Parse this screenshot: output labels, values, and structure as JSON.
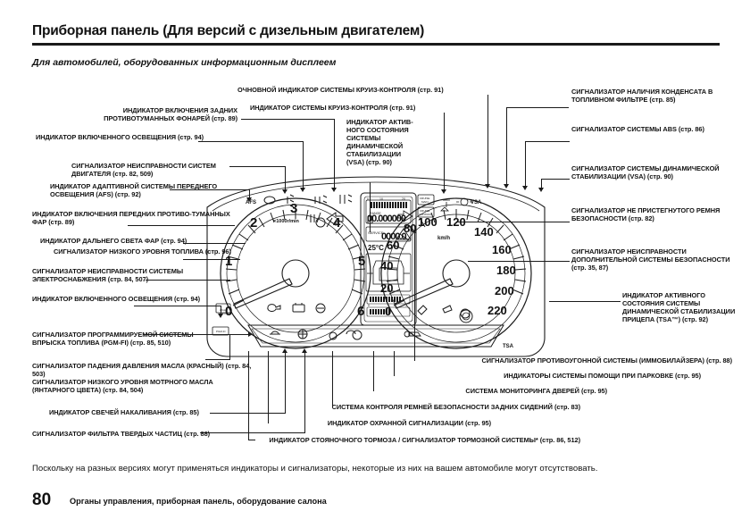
{
  "header": {
    "title": "Приборная панель (Для версий с дизельным двигателем)",
    "subtitle": "Для автомобилей, оборудованных информационным дисплеем"
  },
  "labels": {
    "left": [
      {
        "id": "rear-fog-lamp-indicator",
        "text": "ИНДИКАТОР ВКЛЮЧЕНИЯ ЗАДНИХ ПРОТИВОТУМАННЫХ ФОНАРЕЙ (стр. 89)"
      },
      {
        "id": "lights-on-indicator-1",
        "text": "ИНДИКАТОР ВКЛЮЧЕННОГО ОСВЕЩЕНИЯ (стр. 94)"
      },
      {
        "id": "engine-malfunction-warning",
        "text": "СИГНАЛИЗАТОР НЕИСПРАВНОСТИ СИСТЕМ ДВИГАТЕЛЯ (стр. 82, 509)"
      },
      {
        "id": "afs-indicator",
        "text": "ИНДИКАТОР АДАПТИВНОЙ СИСТЕМЫ ПЕРЕДНЕГО ОСВЕЩЕНИЯ (AFS) (стр. 92)"
      },
      {
        "id": "front-fog-lamp-indicator",
        "text": "ИНДИКАТОР ВКЛЮЧЕНИЯ ПЕРЕДНИХ ПРОТИВО-ТУМАННЫХ ФАР (стр. 89)"
      },
      {
        "id": "high-beam-indicator",
        "text": "ИНДИКАТОР ДАЛЬНЕГО СВЕТА ФАР (стр. 94)"
      },
      {
        "id": "low-fuel-warning",
        "text": "СИГНАЛИЗАТОР НИЗКОГО УРОВНЯ ТОПЛИВА (стр. 96)"
      },
      {
        "id": "charging-system-warning",
        "text": "СИГНАЛИЗАТОР НЕИСПРАВНОСТИ СИСТЕМЫ ЭЛЕКТРОСНАБЖЕНИЯ (стр. 84, 507)"
      },
      {
        "id": "lights-on-indicator-2",
        "text": "ИНДИКАТОР ВКЛЮЧЕННОГО ОСВЕЩЕНИЯ (стр. 94)"
      },
      {
        "id": "pgm-fi-warning",
        "text": "СИГНАЛИЗАТОР ПРОГРАММИРУЕМОЙ СИСТЕМЫ ВПРЫСКА ТОПЛИВА (PGM-FI) (стр. 85, 510)"
      },
      {
        "id": "oil-pressure-warning",
        "text": "СИГНАЛИЗАТОР ПАДЕНИЯ ДАВЛЕНИЯ МАСЛА (КРАСНЫЙ) (стр. 84, 503)"
      },
      {
        "id": "low-oil-level-warning",
        "text": "СИГНАЛИЗАТОР НИЗКОГО УРОВНЯ МОТРНОГО МАСЛА (ЯНТАРНОГО ЦВЕТА) (стр. 84, 504)"
      },
      {
        "id": "glow-plug-indicator",
        "text": "ИНДИКАТОР СВЕЧЕЙ НАКАЛИВАНИЯ (стр. 85)"
      },
      {
        "id": "particulate-filter-warning",
        "text": "СИГНАЛИЗАТОР ФИЛЬТРА ТВЕРДЫХ ЧАСТИЦ (стр. 88)"
      }
    ],
    "top": [
      {
        "id": "cruise-main-indicator",
        "text": "ОЧНОВНОЙ ИНДИКАТОР СИСТЕМЫ КРУИЗ-КОНТРОЛЯ (стр. 91)"
      },
      {
        "id": "cruise-control-indicator",
        "text": "ИНДИКАТОР СИСТЕМЫ КРУИЗ-КОНТРОЛЯ (стр. 91)"
      },
      {
        "id": "vsa-active-indicator",
        "text": "ИНДИКАТОР АКТИВ-НОГО СОСТОЯНИЯ СИСТЕМЫ ДИНАМИЧЕСКОЙ СТАБИЛИЗАЦИИ (VSA) (стр. 90)"
      }
    ],
    "right": [
      {
        "id": "fuel-filter-water-warning",
        "text": "СИГНАЛИЗАТОР НАЛИЧИЯ КОНДЕНСАТА В ТОПЛИВНОМ ФИЛЬТРЕ (стр. 85)"
      },
      {
        "id": "abs-warning",
        "text": "СИГНАЛИЗАТОР СИСТЕМЫ ABS (стр. 86)"
      },
      {
        "id": "vsa-warning",
        "text": "СИГНАЛИЗАТОР СИСТЕМЫ ДИНАМИЧЕСКОЙ СТАБИЛИЗАЦИИ (VSA) (стр. 90)"
      },
      {
        "id": "seatbelt-warning",
        "text": "СИГНАЛИЗАТОР НЕ ПРИСТЕГНУТОГО РЕМНЯ БЕЗОПАСНОСТИ (стр. 82)"
      },
      {
        "id": "srs-warning",
        "text": "СИГНАЛИЗАТОР НЕИСПРАВНОСТИ ДОПОЛНИТЕЛЬНОЙ СИСТЕМЫ БЕЗОПАСНОСТИ (стр. 35, 87)"
      },
      {
        "id": "tsa-active-indicator",
        "text": "ИНДИКАТОР АКТИВНОГО СОСТОЯНИЯ СИСТЕМЫ ДИНАМИЧЕСКОЙ СТАБИЛИЗАЦИИ ПРИЦЕПА (TSA™) (стр. 92)"
      }
    ],
    "bottom": [
      {
        "id": "immobilizer-warning",
        "text": "СИГНАЛИЗАТОР ПРОТИВОУГОННОЙ СИСТЕМЫ (ИММОБИЛАЙЗЕРА) (стр. 88)"
      },
      {
        "id": "parking-sensor-indicators",
        "text": "ИНДИКАТОРЫ СИСТЕМЫ ПОМОЩИ ПРИ ПАРКОВКЕ (стр. 95)"
      },
      {
        "id": "door-monitor-system",
        "text": "СИСТЕМА МОНИТОРИНГА ДВЕРЕЙ (стр. 95)"
      },
      {
        "id": "rear-seatbelt-system",
        "text": "СИСТЕМА КОНТРОЛЯ РЕМНЕЙ БЕЗОПАСНОСТИ ЗАДНИХ СИДЕНИЙ (стр. 83)"
      },
      {
        "id": "security-alarm-indicator",
        "text": "ИНДИКАТОР ОХРАННОЙ СИГНАЛИЗАЦИИ (стр. 95)"
      },
      {
        "id": "parking-brake-indicator",
        "text": "ИНДИКАТОР СТОЯНОЧНОГО ТОРМОЗА / СИГНАЛИЗАТОР ТОРМОЗНОЙ СИСТЕМЫ* (стр. 86, 512)"
      }
    ]
  },
  "cluster": {
    "tachometer": {
      "unit": "×1000r/min",
      "ticks": [
        "0",
        "1",
        "2",
        "3",
        "4",
        "5",
        "6"
      ]
    },
    "speedometer": {
      "unit": "km/h",
      "ticks": [
        "0",
        "20",
        "40",
        "60",
        "80",
        "100",
        "120",
        "140",
        "160",
        "180",
        "200",
        "220"
      ]
    },
    "display": {
      "odometer": "00.000000",
      "service_value": "0000.0",
      "service_label": "SERVICE",
      "temperature": "25°C",
      "range_label": "RANGE",
      "fuel_min": "0",
      "fuel_max": "1",
      "scale_left": "0",
      "scale_mid": "10",
      "scale_right": "20"
    },
    "icon_labels": {
      "afs": "AFS",
      "vsa": "VSA",
      "tsa": "TSA",
      "pgm_fi": "PGM-FI",
      "light_control": "LIGHT CONTROL",
      "cruise_main": "CRUISE MAIN",
      "cruise_control": "CRUISE CONTROL"
    }
  },
  "footer": {
    "note": "Поскольку на разных версиях могут применяться индикаторы и сигнализаторы, некоторые из них на вашем автомобиле могут отсутствовать.",
    "page_number": "80",
    "section": "Органы управления, приборная панель, оборудование салона"
  },
  "colors": {
    "ink": "#111111",
    "line": "#1a1a1a",
    "paper": "#ffffff"
  }
}
